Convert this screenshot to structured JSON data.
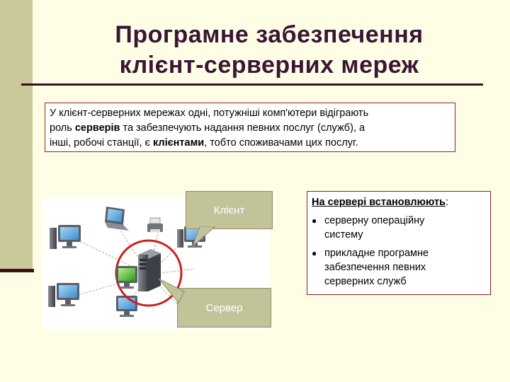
{
  "slide": {
    "title_line1": "Програмне забезпечення",
    "title_line2": "клієнт-серверних мереж"
  },
  "intro": {
    "l1": "У клієнт-серверних мережах одні, потужніші комп'ютери відіграють",
    "l2_a": "роль ",
    "l2_b": "серверів",
    "l2_c": " та забезпечують надання певних послуг (служб), а",
    "l3_a": "інші, робочі станції, є ",
    "l3_b": "клієнтами",
    "l3_c": ", тобто споживачами цих послуг."
  },
  "server_info": {
    "heading": "На сервері встановлюють",
    "heading_suffix": ":",
    "bullet1_l1": "серверну операційну",
    "bullet1_l2": "систему",
    "bullet2_l1": "прикладне програмне",
    "bullet2_l2": "забезпечення певних",
    "bullet2_l3": "серверних служб"
  },
  "callouts": {
    "client": "Клієнт",
    "server": "Сервер"
  },
  "colors": {
    "background": "#fefee6",
    "sidebar": "#c9c99a",
    "title": "#3b1535",
    "rule": "#3b0f1b",
    "box_border": "#9a1e1e",
    "callout_fill": "#c3c39a",
    "highlight_circle": "#cc2020"
  },
  "icons": [
    "monitor-icon",
    "laptop-icon",
    "printer-icon",
    "server-tower-icon"
  ]
}
